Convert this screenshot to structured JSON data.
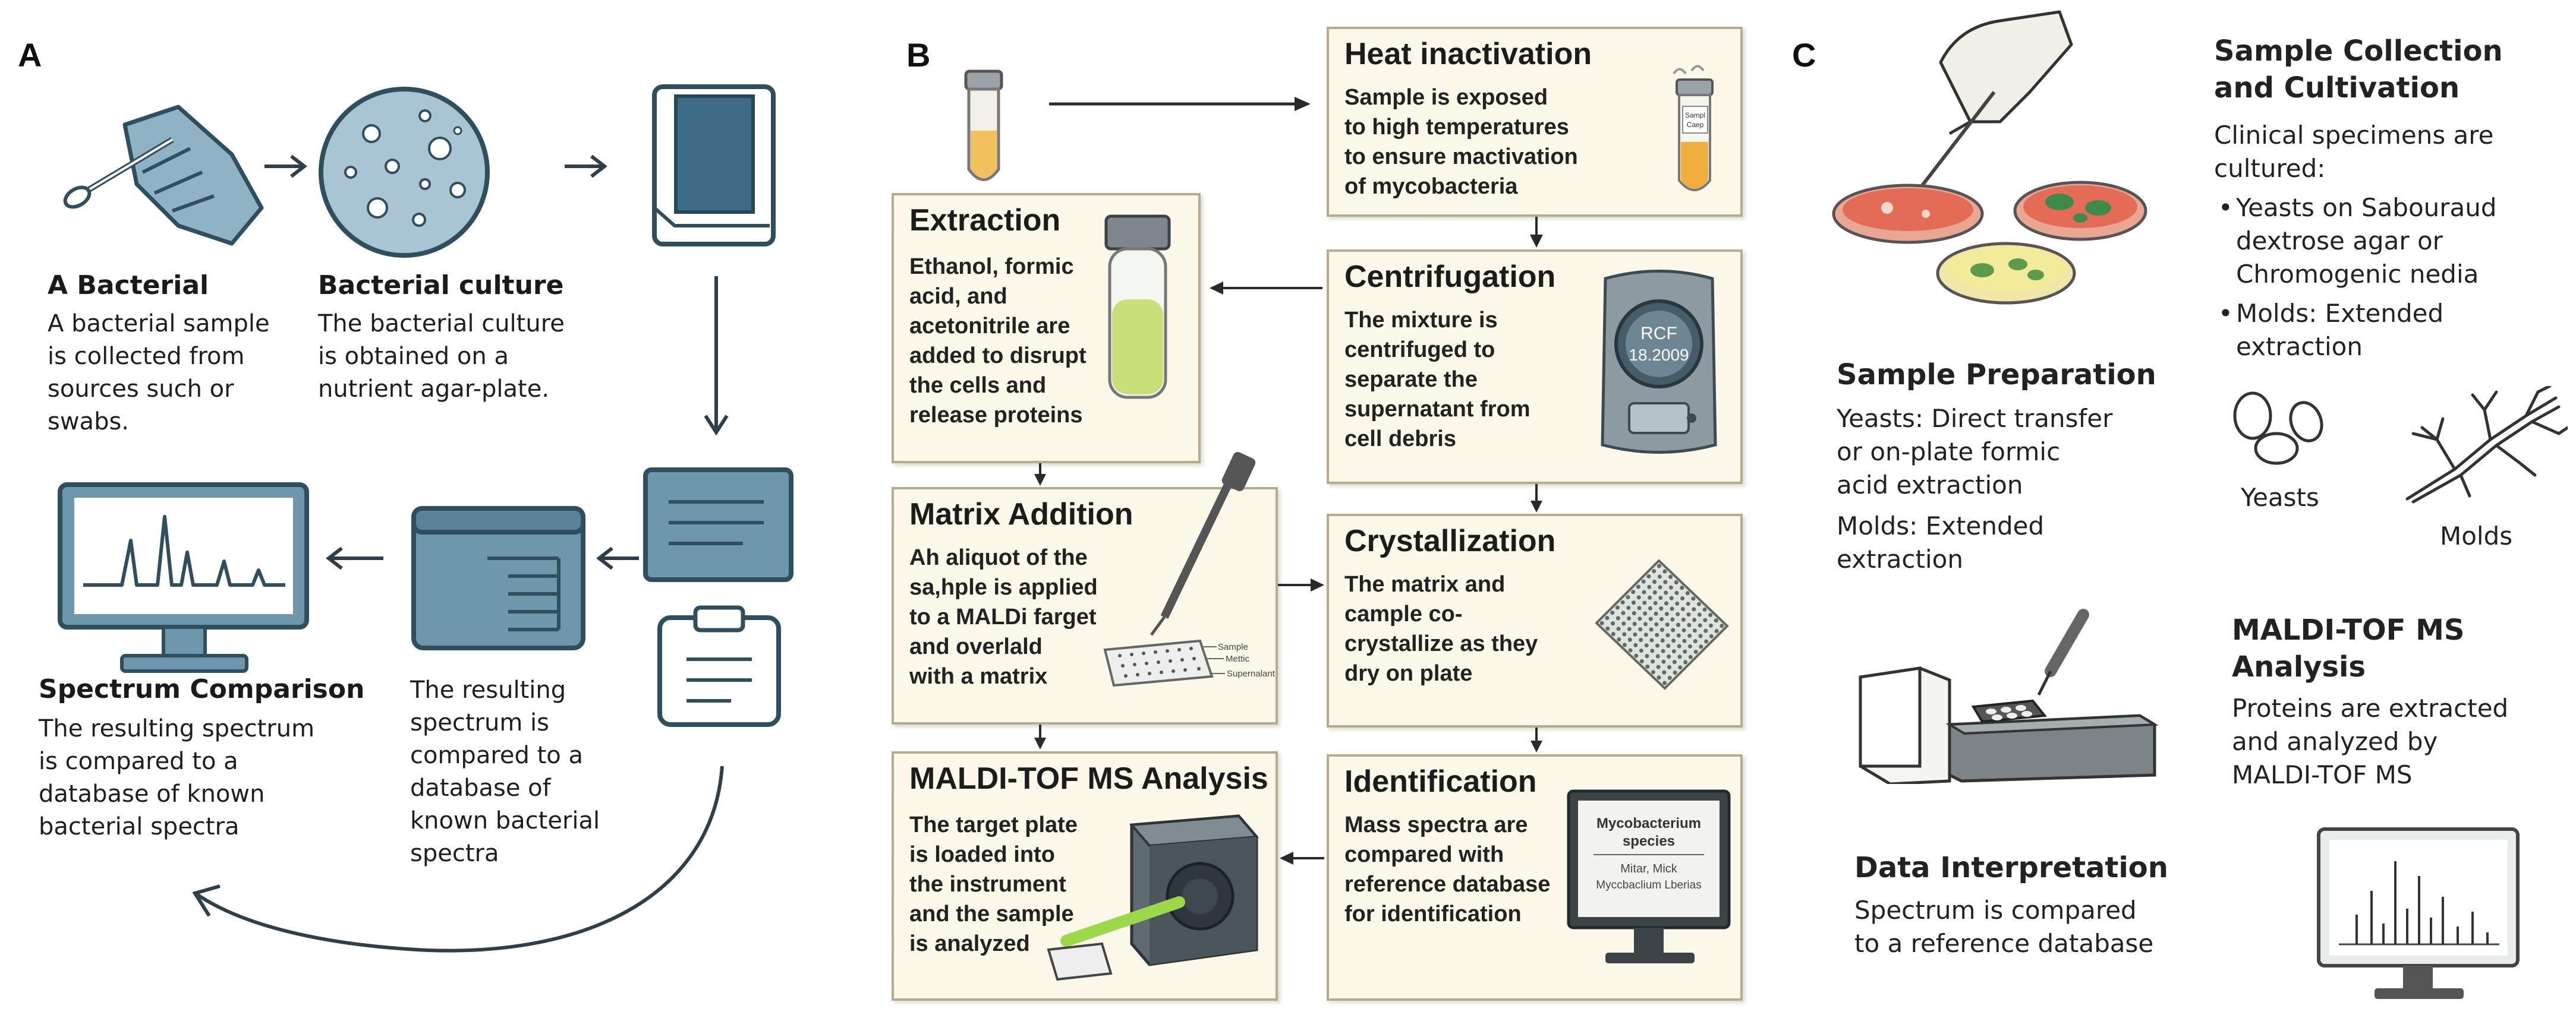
{
  "panelA": {
    "letter": "A",
    "step1": {
      "title": "A Bacterial",
      "text": "A bacterial sample\nis collected from\nsources such or\nswabs."
    },
    "step2": {
      "title": "Bacterial culture",
      "text": "The bacterial culture\nis obtained on a\nnutrient agar-plate."
    },
    "step3": {
      "title": "Spectrum Comparison",
      "text": "The resulting spectrum\nis compared to a\ndatabase of known\nbacterial spectra"
    },
    "step4": {
      "text": "The resulting\nspectrum is\ncompared to a\ndatabase of\nknown bacterial\nspectra"
    }
  },
  "panelB": {
    "letter": "B",
    "heat": {
      "title": "Heat inactivation",
      "text": "Sample is exposed\nto high temperatures\nto ensure mactivation\nof mycobacteria",
      "tube_label": "Sampl\nCaep"
    },
    "extraction": {
      "title": "Extraction",
      "text": "Ethanol, formic\nacid, and\nacetonitrile are\nadded to disrupt\nthe cells and\nrelease proteins"
    },
    "centrifugation": {
      "title": "Centrifugation",
      "text": "The mixture is\ncentrifuged to\nseparate the\nsupernatant from\ncell debris",
      "display_line1": "RCF",
      "display_line2": "18.2009"
    },
    "matrix": {
      "title": "Matrix Addition",
      "text": "Ah aliquot of the\nsa,hple is applied\nto a MALDi farget\nand overlald\nwith a matrix",
      "label_sample": "Sample",
      "label_mettic": "Mettic",
      "label_supernalant": "Supernalant"
    },
    "crystallization": {
      "title": "Crystallization",
      "text": "The matrix and\ncample co-\ncrystallize as they\ndry on plate"
    },
    "maldi": {
      "title": "MALDI-TOF MS Analysis",
      "text": "The target plate\nis loaded into\nthe instrument\nand the sample\nis analyzed"
    },
    "identification": {
      "title": "Identification",
      "text": "Mass spectra are\ncompared with\nreference database\nfor identification",
      "monitor_title1": "Mycobacterium",
      "monitor_title2": "species",
      "monitor_line1": "Mitar, Mick",
      "monitor_line2": "Myccbaclium Lberias"
    }
  },
  "panelC": {
    "letter": "C",
    "collection": {
      "title": "Sample Collection\nand Cultivation",
      "intro": "Clinical specimens are\ncultured:",
      "bullet1": "Yeasts on Sabouraud\ndextrose agar or\nChromogenic nedia",
      "bullet2": "Molds: Extended\nextraction",
      "label_yeasts": "Yeasts",
      "label_molds": "Molds"
    },
    "preparation": {
      "title": "Sample Preparation",
      "text1": "Yeasts: Direct transfer\nor on-plate formic\nacid extraction",
      "text2": "Molds: Extended\nextraction"
    },
    "maldi": {
      "title": "MALDI-TOF MS\nAnalysis",
      "text": "Proteins are extracted\nand analyzed by\nMALDI-TOF MS"
    },
    "interpretation": {
      "title": "Data Interpretation",
      "text": "Spectrum is compared\nto a reference database"
    }
  }
}
